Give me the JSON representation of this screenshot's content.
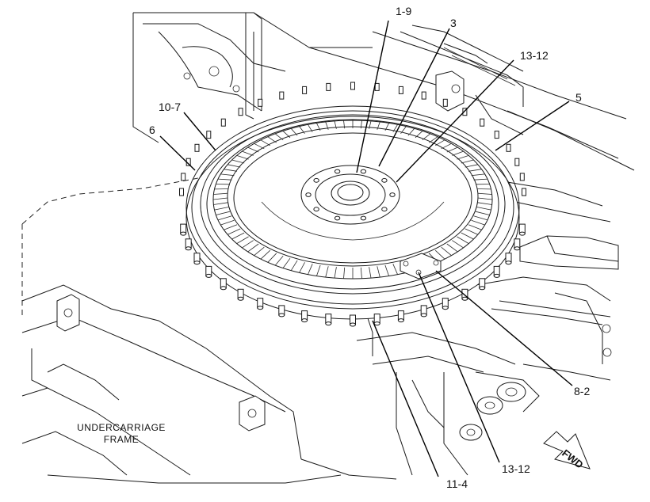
{
  "callouts": [
    {
      "id": "1-9",
      "label": "1-9"
    },
    {
      "id": "3",
      "label": "3"
    },
    {
      "id": "13-12-top",
      "label": "13-12"
    },
    {
      "id": "5",
      "label": "5"
    },
    {
      "id": "10-7",
      "label": "10-7"
    },
    {
      "id": "6",
      "label": "6"
    },
    {
      "id": "8-2",
      "label": "8-2"
    },
    {
      "id": "13-12-bottom",
      "label": "13-12"
    },
    {
      "id": "11-4",
      "label": "11-4"
    }
  ],
  "frame_label": {
    "line1": "UNDERCARRIAGE",
    "line2": "FRAME"
  },
  "direction_arrow": {
    "label": "FWD"
  }
}
